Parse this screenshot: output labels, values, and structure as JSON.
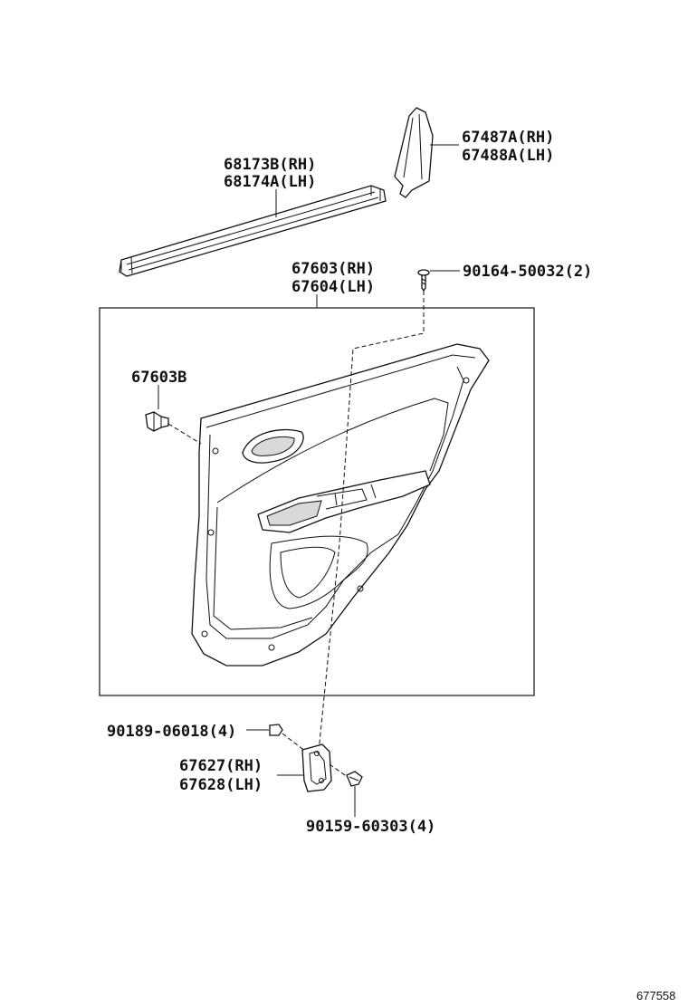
{
  "labels": {
    "weatherstrip_rh": "68173B(RH)",
    "weatherstrip_lh": "68174A(LH)",
    "cover_rh": "67487A(RH)",
    "cover_lh": "67488A(LH)",
    "panel_rh": "67603(RH)",
    "panel_lh": "67604(LH)",
    "screw_top": "90164-50032(2)",
    "clip": "67603B",
    "nut": "90189-06018(4)",
    "bracket_rh": "67627(RH)",
    "bracket_lh": "67628(LH)",
    "screw_bottom": "90159-60303(4)"
  },
  "diagram_id": "677558"
}
